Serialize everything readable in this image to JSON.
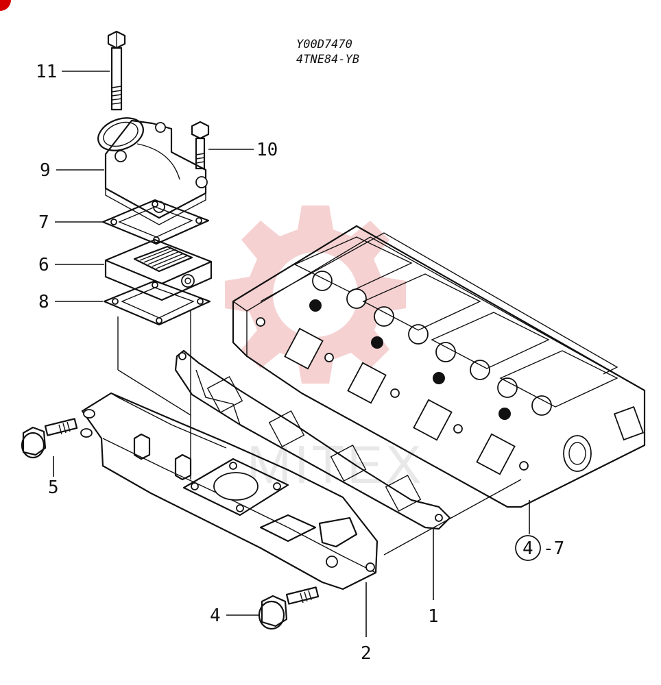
{
  "diagram": {
    "reference_code": "Y00D7470",
    "model": "4TNE84-YB",
    "watermark": "MITEX",
    "accent_color": "#d40000",
    "watermark_color": "#f4c9c9",
    "callouts": {
      "c1": "1",
      "c2": "2",
      "c4": "4",
      "c5": "5",
      "c6": "6",
      "c7": "7",
      "c8": "8",
      "c9": "9",
      "c10": "10",
      "c11": "11",
      "ref_circle": "4",
      "ref_suffix": "-7"
    }
  }
}
